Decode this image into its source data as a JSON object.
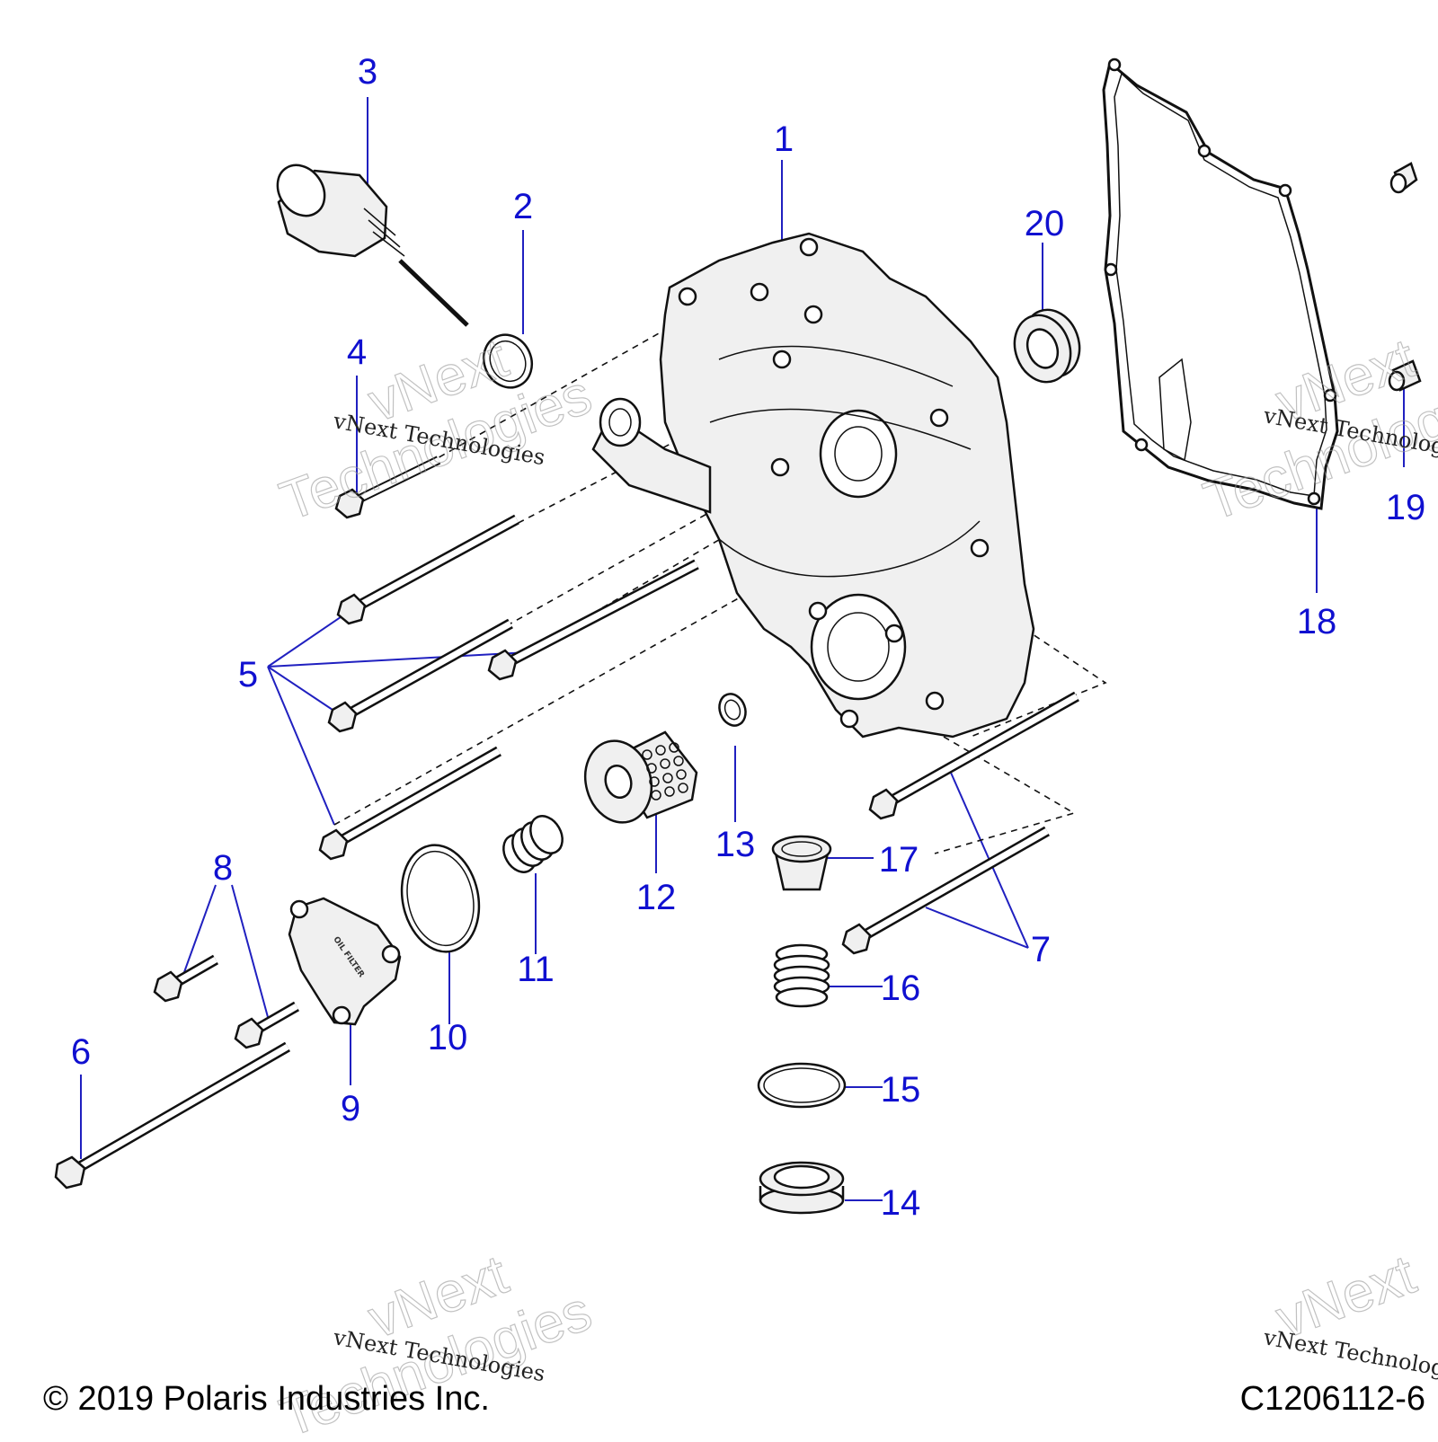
{
  "callouts": [
    "1",
    "2",
    "3",
    "4",
    "5",
    "6",
    "7",
    "8",
    "9",
    "10",
    "11",
    "12",
    "13",
    "14",
    "15",
    "16",
    "17",
    "18",
    "19",
    "20"
  ],
  "footer": {
    "copyright": "© 2019 Polaris Industries Inc.",
    "figure_id": "C1206112-6"
  },
  "watermark": {
    "line1": "vNext Technologies",
    "big_a": "vNext",
    "big_b": "Technologies"
  },
  "cover_stamp": "OIL FILTER"
}
